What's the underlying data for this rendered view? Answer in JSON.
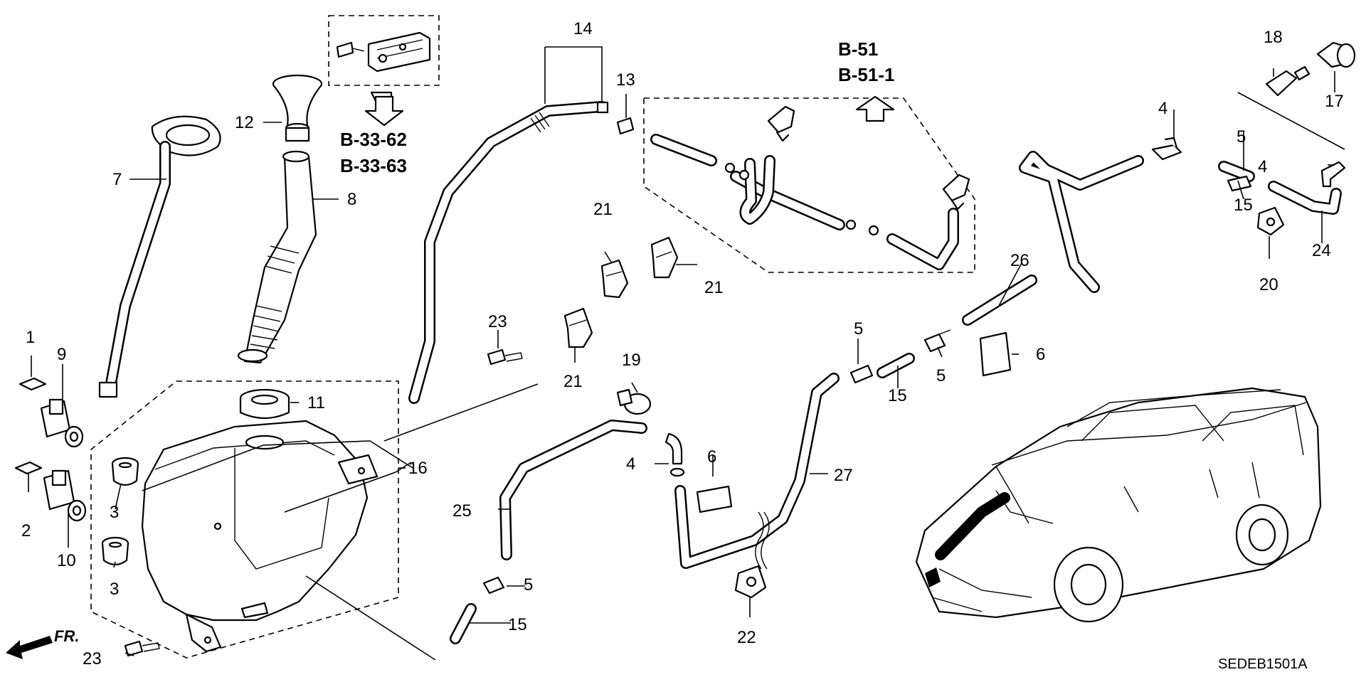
{
  "diagram": {
    "code": "SEDEB1501A",
    "fr_label": "FR.",
    "refs": {
      "top_left_1": "B-33-62",
      "top_left_2": "B-33-63",
      "top_right_1": "B-51",
      "top_right_2": "B-51-1"
    },
    "callouts": [
      {
        "id": "c1",
        "text": "1"
      },
      {
        "id": "c2",
        "text": "2"
      },
      {
        "id": "c3a",
        "text": "3"
      },
      {
        "id": "c3b",
        "text": "3"
      },
      {
        "id": "c4a",
        "text": "4"
      },
      {
        "id": "c4b",
        "text": "4"
      },
      {
        "id": "c4c",
        "text": "4"
      },
      {
        "id": "c5a",
        "text": "5"
      },
      {
        "id": "c5b",
        "text": "5"
      },
      {
        "id": "c5c",
        "text": "5"
      },
      {
        "id": "c5d",
        "text": "5"
      },
      {
        "id": "c6a",
        "text": "6"
      },
      {
        "id": "c6b",
        "text": "6"
      },
      {
        "id": "c7",
        "text": "7"
      },
      {
        "id": "c8",
        "text": "8"
      },
      {
        "id": "c9",
        "text": "9"
      },
      {
        "id": "c10",
        "text": "10"
      },
      {
        "id": "c11",
        "text": "11"
      },
      {
        "id": "c12",
        "text": "12"
      },
      {
        "id": "c13",
        "text": "13"
      },
      {
        "id": "c14",
        "text": "14"
      },
      {
        "id": "c15a",
        "text": "15"
      },
      {
        "id": "c15b",
        "text": "15"
      },
      {
        "id": "c15c",
        "text": "15"
      },
      {
        "id": "c16",
        "text": "16"
      },
      {
        "id": "c17",
        "text": "17"
      },
      {
        "id": "c18",
        "text": "18"
      },
      {
        "id": "c19",
        "text": "19"
      },
      {
        "id": "c20",
        "text": "20"
      },
      {
        "id": "c21a",
        "text": "21"
      },
      {
        "id": "c21b",
        "text": "21"
      },
      {
        "id": "c21c",
        "text": "21"
      },
      {
        "id": "c22",
        "text": "22"
      },
      {
        "id": "c23a",
        "text": "23"
      },
      {
        "id": "c23b",
        "text": "23"
      },
      {
        "id": "c24",
        "text": "24"
      },
      {
        "id": "c25",
        "text": "25"
      },
      {
        "id": "c26",
        "text": "26"
      },
      {
        "id": "c27",
        "text": "27"
      }
    ]
  }
}
